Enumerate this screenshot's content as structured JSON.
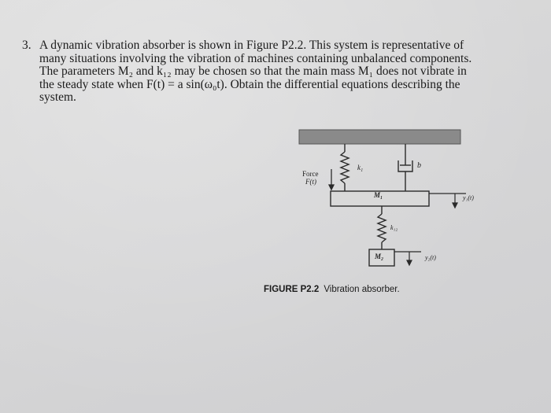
{
  "problem": {
    "number": "3.",
    "lines": [
      "A dynamic vibration absorber is shown in Figure P2.2. This system is representative of",
      "many situations involving the vibration of machines containing unbalanced components.",
      "The parameters M₂ and k₁₂ may be chosen so that the main mass M₁ does not vibrate in",
      "the steady state when F(t) = a sin(ω₀t). Obtain the differential equations describing the",
      "system."
    ]
  },
  "figure": {
    "labels": {
      "force": "Force",
      "force_fn": "F(t)",
      "k1": "k₁",
      "b": "b",
      "m1": "M₁",
      "y1": "y₁(t)",
      "k12": "k₁₂",
      "m2": "M₂",
      "y2": "y₂(t)"
    },
    "caption_number": "FIGURE P2.2",
    "caption_text": "Vibration absorber."
  },
  "colors": {
    "ground": "#8a8a8a",
    "ink": "#2a2a2a",
    "background": "#d6d6d7"
  }
}
